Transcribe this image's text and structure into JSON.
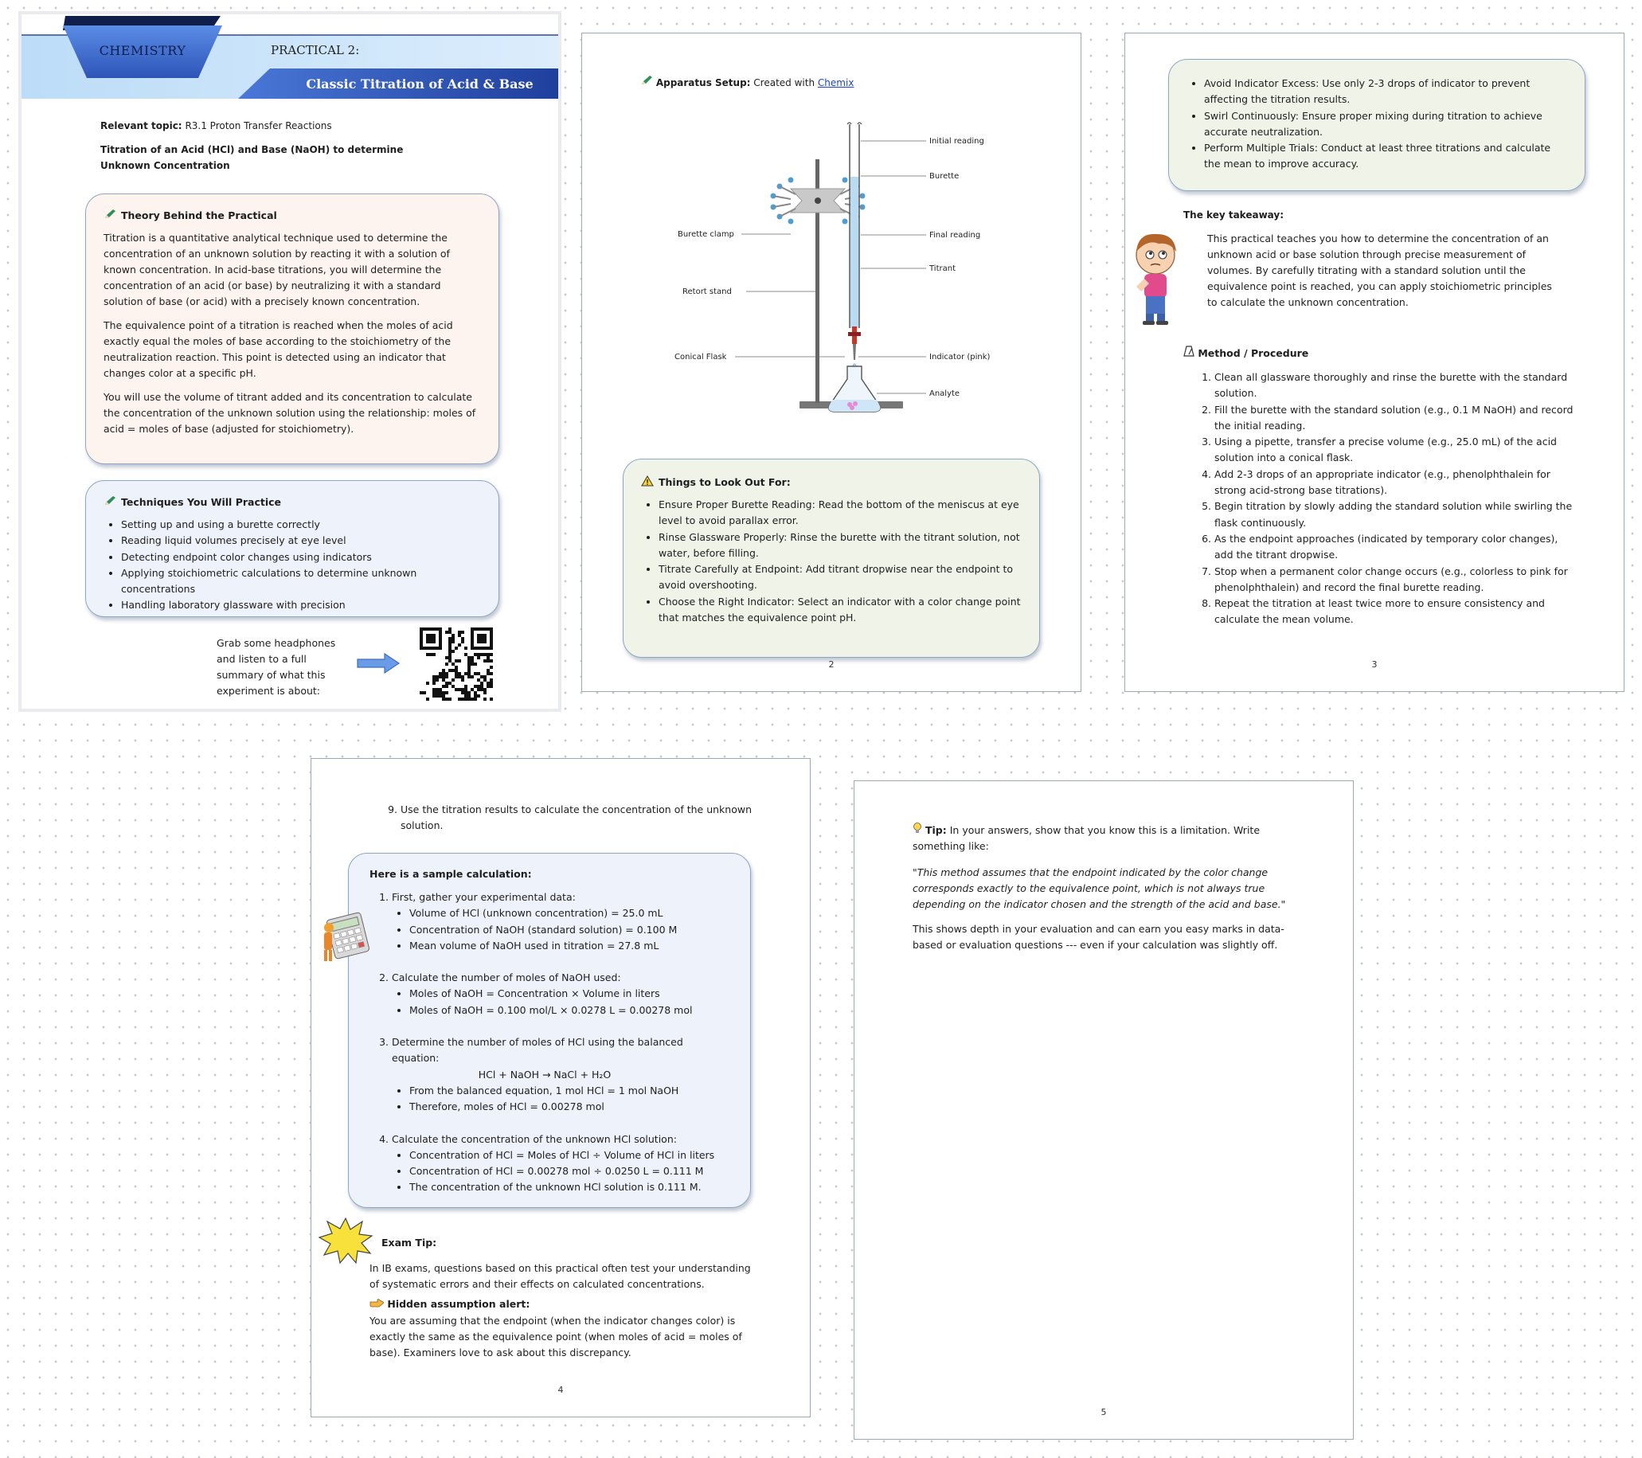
{
  "page1": {
    "header_subject": "CHEMISTRY",
    "header_practical": "PRACTICAL 2:",
    "header_title": "Classic Titration of Acid & Base",
    "topic_label": "Relevant topic:",
    "topic_value": "R3.1 Proton Transfer Reactions",
    "subtitle": "Titration of an Acid (HCl) and Base (NaOH) to determine Unknown Concentration",
    "theory_heading": "Theory Behind the Practical",
    "theory_paragraphs": [
      "Titration is a quantitative analytical technique used to determine the concentration of an unknown solution by reacting it with a solution of known concentration. In acid-base titrations, you will determine the concentration of an acid (or base) by neutralizing it with a standard solution of base (or acid) with a precisely known concentration.",
      "The equivalence point of a titration is reached when the moles of acid exactly equal the moles of base according to the stoichiometry of the neutralization reaction. This point is detected using an indicator that changes color at a specific pH.",
      "You will use the volume of titrant added and its concentration to calculate the concentration of the unknown solution using the relationship: moles of acid = moles of base (adjusted for stoichiometry)."
    ],
    "techniques_heading": "Techniques You Will Practice",
    "techniques": [
      "Setting up and using a burette correctly",
      "Reading liquid volumes precisely at eye level",
      "Detecting endpoint color changes using indicators",
      "Applying stoichiometric calculations to determine unknown concentrations",
      "Handling laboratory glassware with precision"
    ],
    "audio_text": "Grab some headphones and listen to a full summary of what this experiment is about:"
  },
  "page2": {
    "apparatus_label": "Apparatus Setup:",
    "apparatus_text": "Created with",
    "apparatus_link": "Chemix",
    "labels": {
      "initial_reading": "Initial reading",
      "burette": "Burette",
      "burette_clamp": "Burette clamp",
      "final_reading": "Final reading",
      "titrant": "Titrant",
      "retort_stand": "Retort stand",
      "conical_flask": "Conical Flask",
      "indicator": "Indicator (pink)",
      "analyte": "Analyte"
    },
    "lookout_heading": "Things to Look Out For:",
    "lookout_items": [
      "Ensure Proper Burette Reading: Read the bottom of the meniscus at eye level to avoid parallax error.",
      "Rinse Glassware Properly: Rinse the burette with the titrant solution, not water, before filling.",
      "Titrate Carefully at Endpoint: Add titrant dropwise near the endpoint to avoid overshooting.",
      "Choose the Right Indicator: Select an indicator with a color change point that matches the equivalence point pH."
    ],
    "page_number": "2"
  },
  "page3": {
    "tips": [
      "Avoid Indicator Excess: Use only 2-3 drops of indicator to prevent affecting the titration results.",
      "Swirl Continuously: Ensure proper mixing during titration to achieve accurate neutralization.",
      "Perform Multiple Trials: Conduct at least three titrations and calculate the mean to improve accuracy."
    ],
    "takeaway_heading": "The key takeaway:",
    "takeaway_text": "This practical teaches you how to determine the concentration of an unknown acid or base solution through precise measurement of volumes. By carefully titrating with a standard solution until the equivalence point is reached, you can apply stoichiometric principles to calculate the unknown concentration.",
    "method_heading": "Method / Procedure",
    "method_steps": [
      "Clean all glassware thoroughly and rinse the burette with the standard solution.",
      "Fill the burette with the standard solution (e.g., 0.1 M NaOH) and record the initial reading.",
      "Using a pipette, transfer a precise volume (e.g., 25.0 mL) of the acid solution into a conical flask.",
      "Add 2-3 drops of an appropriate indicator (e.g., phenolphthalein for strong acid-strong base titrations).",
      "Begin titration by slowly adding the standard solution while swirling the flask continuously.",
      "As the endpoint approaches (indicated by temporary color changes), add the titrant dropwise.",
      "Stop when a permanent color change occurs (e.g., colorless to pink for phenolphthalein) and record the final burette reading.",
      "Repeat the titration at least twice more to ensure consistency and calculate the mean volume."
    ],
    "page_number": "3"
  },
  "page4": {
    "step9": "Use the titration results to calculate the concentration of the unknown solution.",
    "sample_heading": "Here is a sample calculation:",
    "calc_steps": [
      {
        "text": "First, gather your experimental data:",
        "subs": [
          "Volume of HCl (unknown concentration) = 25.0 mL",
          "Concentration of NaOH (standard solution) = 0.100 M",
          "Mean volume of NaOH used in titration = 27.8 mL"
        ]
      },
      {
        "text": "Calculate the number of moles of NaOH used:",
        "subs": [
          "Moles of NaOH = Concentration × Volume in liters",
          "Moles of NaOH = 0.100 mol/L × 0.0278 L = 0.00278 mol"
        ]
      },
      {
        "text": "Determine the number of moles of HCl using the balanced equation:",
        "equation": "HCl + NaOH → NaCl + H₂O",
        "subs": [
          "From the balanced equation, 1 mol HCl = 1 mol NaOH",
          "Therefore, moles of HCl = 0.00278 mol"
        ]
      },
      {
        "text": "Calculate the concentration of the unknown HCl solution:",
        "subs": [
          "Concentration of HCl = Moles of HCl ÷ Volume of HCl in liters",
          "Concentration of HCl = 0.00278 mol ÷ 0.0250 L = 0.111 M",
          "The concentration of the unknown HCl solution is 0.111 M."
        ]
      }
    ],
    "exam_tip_heading": "Exam Tip:",
    "exam_tip_text": "In IB exams, questions based on this practical often test your understanding of systematic errors and their effects on calculated concentrations.",
    "hidden_heading": "Hidden assumption alert:",
    "hidden_text": "You are assuming that the endpoint (when the indicator changes color) is exactly the same as the equivalence point (when moles of acid = moles of base). Examiners love to ask about this discrepancy.",
    "page_number": "4"
  },
  "page5": {
    "tip_label": "Tip:",
    "tip_text": "In your answers, show that you know this is a limitation. Write something like:",
    "quote": "\"This method assumes that the endpoint indicated by the color change corresponds exactly to the equivalence point, which is not always true depending on the indicator chosen and the strength of the acid and base.\"",
    "closing": "This shows depth in your evaluation and can earn you easy marks in data-based or evaluation questions --- even if your calculation was slightly off.",
    "page_number": "5"
  },
  "colors": {
    "header_dark": "#2b4fb8",
    "header_light": "#cfe6fb",
    "box_border": "#8ea6c6",
    "peach_bg": "#fdf4ef",
    "blue_bg": "#eef2fa",
    "green_bg": "#f0f4e8",
    "link": "#1a46c8"
  },
  "icons": [
    "pencil-icon",
    "warning-icon",
    "metronome-icon",
    "lightbulb-icon",
    "pointing-hand-icon",
    "calculator-icon",
    "explosion-icon",
    "boy-thinking-icon",
    "qr-code-icon",
    "arrow-right-icon"
  ]
}
